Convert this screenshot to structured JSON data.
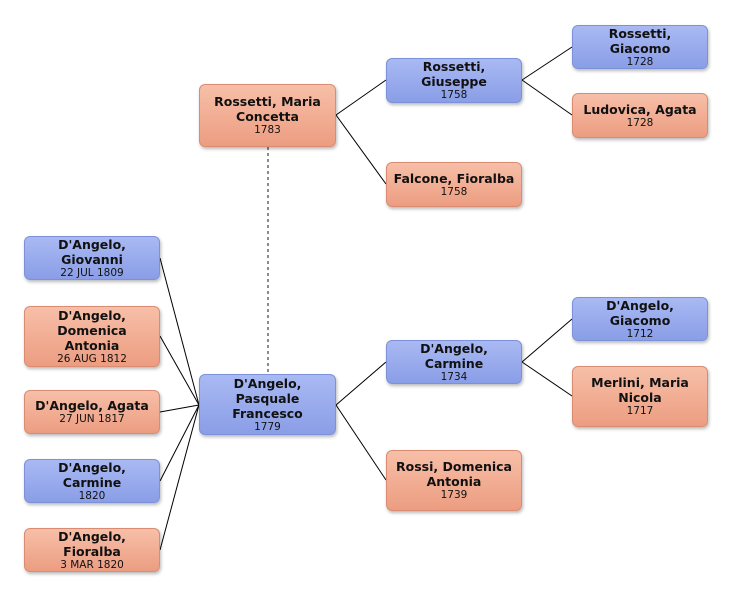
{
  "colors": {
    "male": "#8fa3ea",
    "female": "#f0a88e",
    "connector": "#000000",
    "spouse_link": "#666666"
  },
  "people": {
    "spouse": {
      "name": "Rossetti, Maria Concetta",
      "date": "1783",
      "gender": "female"
    },
    "spouse_father": {
      "name": "Rossetti, Giuseppe",
      "date": "1758",
      "gender": "male"
    },
    "spouse_mother": {
      "name": "Falcone, Fioralba",
      "date": "1758",
      "gender": "female"
    },
    "spouse_pat_grandfather": {
      "name": "Rossetti, Giacomo",
      "date": "1728",
      "gender": "male"
    },
    "spouse_pat_grandmother": {
      "name": "Ludovica, Agata",
      "date": "1728",
      "gender": "female"
    },
    "root": {
      "name": "D'Angelo, Pasquale Francesco",
      "date": "1779",
      "gender": "male"
    },
    "father": {
      "name": "D'Angelo, Carmine",
      "date": "1734",
      "gender": "male"
    },
    "mother": {
      "name": "Rossi, Domenica Antonia",
      "date": "1739",
      "gender": "female"
    },
    "pat_grandfather": {
      "name": "D'Angelo, Giacomo",
      "date": "1712",
      "gender": "male"
    },
    "pat_grandmother": {
      "name": "Merlini, Maria Nicola",
      "date": "1717",
      "gender": "female"
    }
  },
  "children": [
    {
      "name": "D'Angelo, Giovanni",
      "date": "22 JUL 1809",
      "gender": "male"
    },
    {
      "name": "D'Angelo, Domenica Antonia",
      "date": "26 AUG 1812",
      "gender": "female"
    },
    {
      "name": "D'Angelo, Agata",
      "date": "27 JUN 1817",
      "gender": "female"
    },
    {
      "name": "D'Angelo, Carmine",
      "date": "1820",
      "gender": "male"
    },
    {
      "name": "D'Angelo, Fioralba",
      "date": "3 MAR 1820",
      "gender": "female"
    }
  ]
}
